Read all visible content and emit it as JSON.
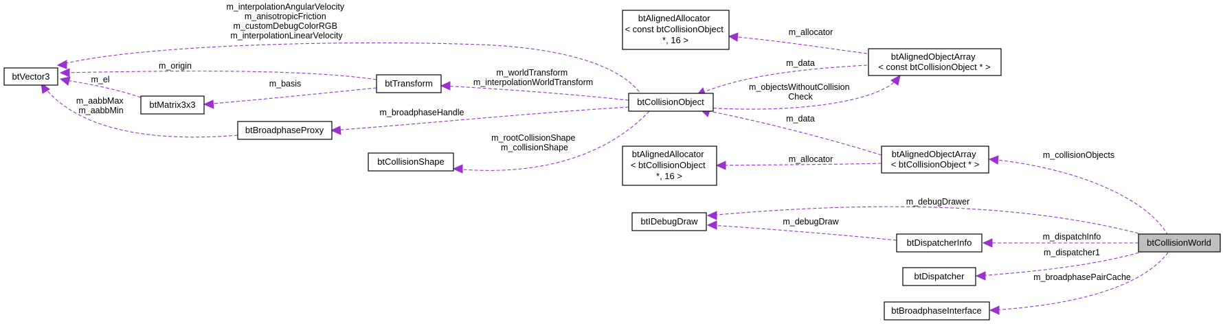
{
  "diagram": {
    "accent_color": "#9a32cd",
    "highlight_fill": "#bfbfbf",
    "nodes": {
      "btVector3": [
        "btVector3"
      ],
      "btTransform": [
        "btTransform"
      ],
      "btMatrix3x3": [
        "btMatrix3x3"
      ],
      "btBroadphaseProxy": [
        "btBroadphaseProxy"
      ],
      "btCollisionShape": [
        "btCollisionShape"
      ],
      "btCollisionObject": [
        "btCollisionObject"
      ],
      "allocConst": [
        "btAlignedAllocator",
        "< const btCollisionObject",
        "*, 16 >"
      ],
      "arrayConst": [
        "btAlignedObjectArray",
        "< const btCollisionObject * >"
      ],
      "alloc": [
        "btAlignedAllocator",
        "< btCollisionObject",
        "*, 16 >"
      ],
      "array": [
        "btAlignedObjectArray",
        "< btCollisionObject * >"
      ],
      "btIDebugDraw": [
        "btIDebugDraw"
      ],
      "btDispatcherInfo": [
        "btDispatcherInfo"
      ],
      "btDispatcher": [
        "btDispatcher"
      ],
      "btBroadphaseInterface": [
        "btBroadphaseInterface"
      ],
      "btCollisionWorld": [
        "btCollisionWorld"
      ]
    },
    "edge_labels": {
      "co_vector": [
        "m_interpolationAngularVelocity",
        "m_anisotropicFriction",
        "m_customDebugColorRGB",
        "m_interpolationLinearVelocity"
      ],
      "transform_vector": [
        "m_origin"
      ],
      "matrix_vector": [
        "m_el"
      ],
      "proxy_vector": [
        "m_aabbMax",
        "m_aabbMin"
      ],
      "matrix_transform": [
        "m_basis"
      ],
      "co_transform": [
        "m_worldTransform",
        "m_interpolationWorldTransform"
      ],
      "co_proxy": [
        "m_broadphaseHandle"
      ],
      "co_shape": [
        "m_rootCollisionShape",
        "m_collisionShape"
      ],
      "arrayconst_allocconst": [
        "m_allocator"
      ],
      "arrayconst_co_data": [
        "m_data"
      ],
      "co_arrayconst": [
        "m_objectsWithoutCollision",
        "Check"
      ],
      "array_co_data": [
        "m_data"
      ],
      "array_alloc": [
        "m_allocator"
      ],
      "world_array": [
        "m_collisionObjects"
      ],
      "world_debugdraw": [
        "m_debugDrawer"
      ],
      "dispinfo_debugdraw": [
        "m_debugDraw"
      ],
      "world_dispinfo": [
        "m_dispatchInfo"
      ],
      "world_dispatcher": [
        "m_dispatcher1"
      ],
      "world_bpinterface": [
        "m_broadphasePairCache"
      ]
    }
  }
}
